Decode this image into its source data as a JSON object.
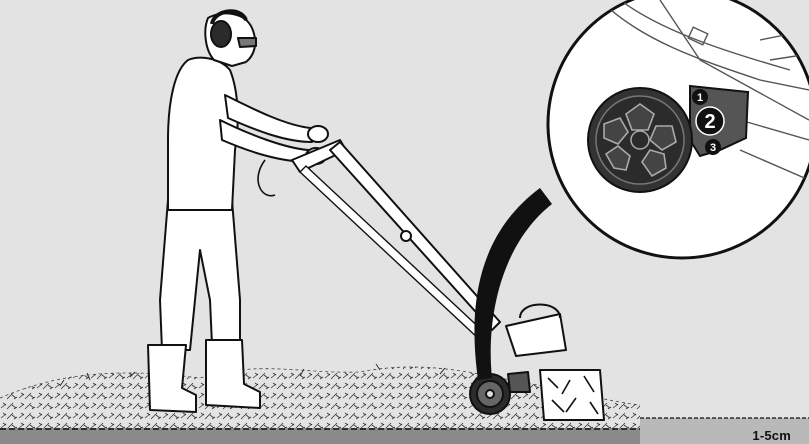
{
  "illustration": {
    "subject": "person-operating-garden-tiller",
    "callout_steps": [
      "1",
      "2",
      "3"
    ],
    "depth_label": "1-5cm"
  },
  "colors": {
    "background": "#e3e3e3",
    "outline": "#111111",
    "fill_white": "#ffffff",
    "wheel_dark": "#2b2b2b",
    "ground_band": "#8a8a8a"
  }
}
